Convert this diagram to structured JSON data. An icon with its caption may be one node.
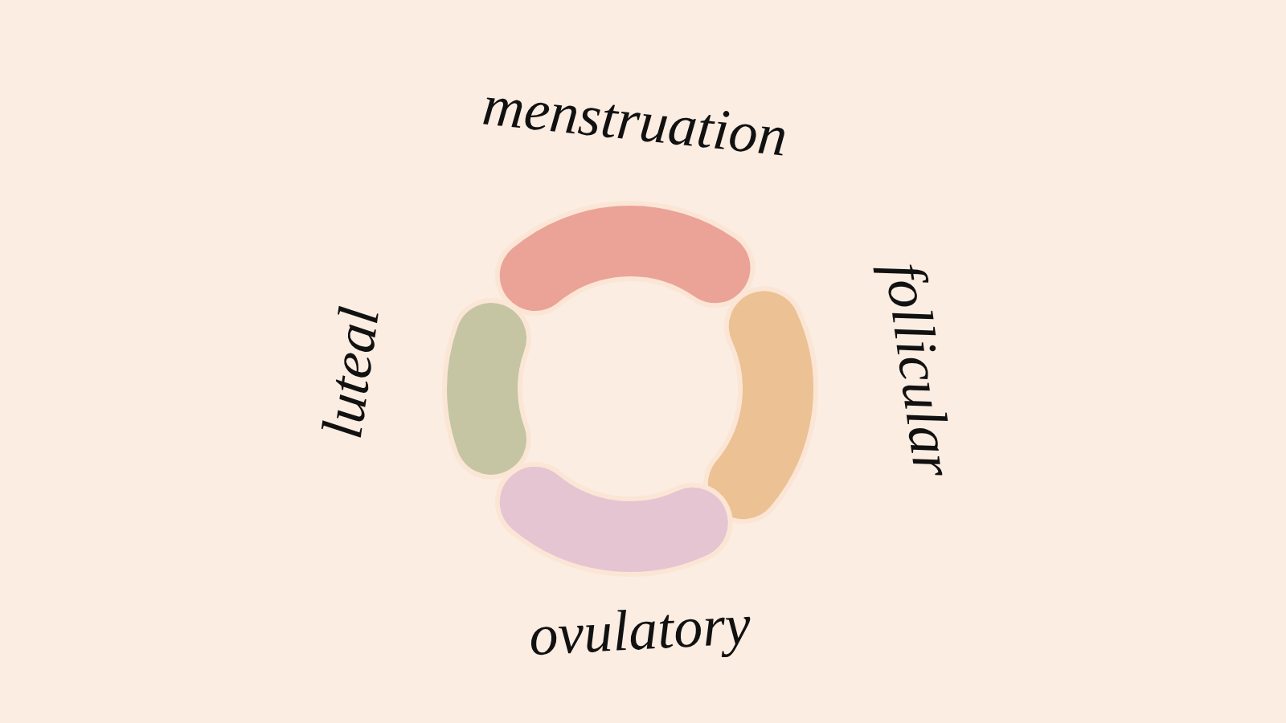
{
  "diagram": {
    "nodes": [
      {
        "text": [
          "menstruation"
        ]
      },
      {
        "text": [
          "follicular"
        ]
      },
      {
        "text": [
          "ovulatory"
        ]
      },
      {
        "text": [
          "luteal"
        ]
      }
    ]
  }
}
